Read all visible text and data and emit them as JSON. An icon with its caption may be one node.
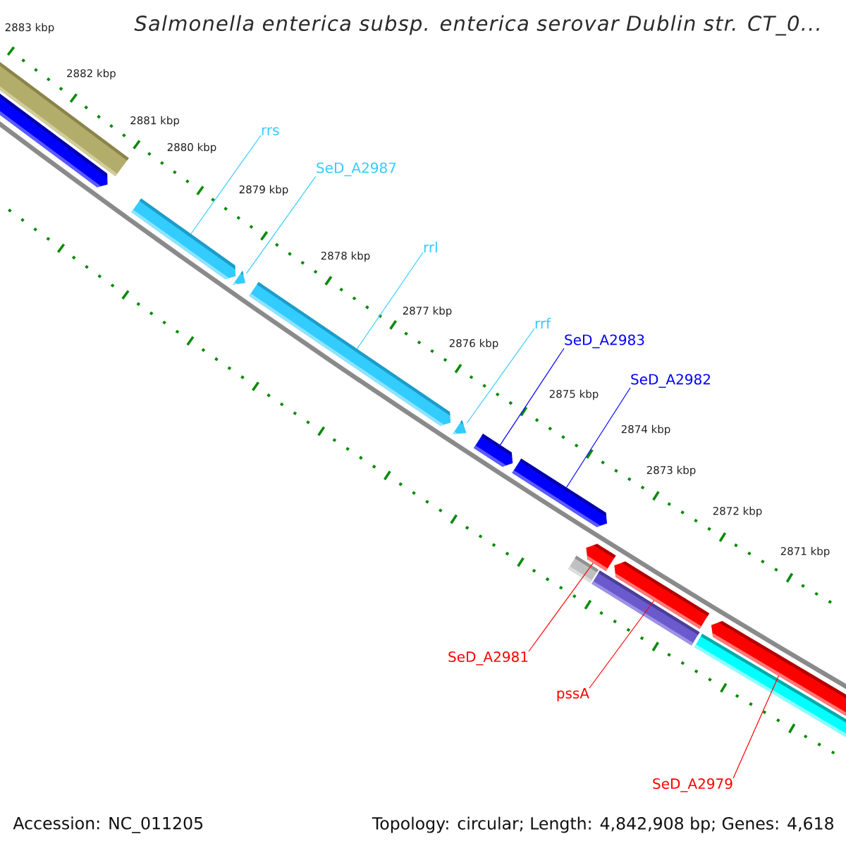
{
  "diagram": {
    "title": "Salmonella enterica subsp. enterica serovar Dublin str. CT_0...",
    "nodes": [
      {
        "text": [],
        "shape": "bar"
      },
      {
        "text": [],
        "shape": "arrow"
      },
      {
        "text": [],
        "shape": "arrow"
      },
      {
        "text": [],
        "shape": "triangle"
      },
      {
        "text": [],
        "shape": "arrow"
      },
      {
        "text": [],
        "shape": "triangle"
      },
      {
        "text": [],
        "shape": "arrow"
      },
      {
        "text": [],
        "shape": "arrow"
      },
      {
        "text": [],
        "shape": "box"
      },
      {
        "text": [],
        "shape": "arrow"
      },
      {
        "text": [],
        "shape": "bar"
      },
      {
        "text": [],
        "shape": "arrow"
      },
      {
        "text": [],
        "shape": "bar"
      },
      {
        "text": [],
        "shape": "arrow"
      },
      {
        "text": [
          "rrs"
        ]
      },
      {
        "text": [
          "SeD_A2987"
        ]
      },
      {
        "text": [
          "rrl"
        ]
      },
      {
        "text": [
          "rrf"
        ]
      },
      {
        "text": [
          "SeD_A2983"
        ]
      },
      {
        "text": [
          "SeD_A2982"
        ]
      },
      {
        "text": [
          "SeD_A2981"
        ]
      },
      {
        "text": [
          "pssA"
        ]
      },
      {
        "text": [
          "SeD_A2979"
        ]
      }
    ],
    "edges": [
      {
        "from": 14,
        "to": 2,
        "arrow": "none"
      },
      {
        "from": 15,
        "to": 3,
        "arrow": "none"
      },
      {
        "from": 16,
        "to": 4,
        "arrow": "none"
      },
      {
        "from": 17,
        "to": 5,
        "arrow": "none"
      },
      {
        "from": 18,
        "to": 6,
        "arrow": "none",
        "color": "#0000ff"
      },
      {
        "from": 19,
        "to": 7,
        "arrow": "none",
        "color": "#0000ff"
      },
      {
        "from": 20,
        "to": 9,
        "arrow": "none",
        "color": "#ff0000"
      },
      {
        "from": 21,
        "to": 11,
        "arrow": "none",
        "color": "#ff0000"
      },
      {
        "from": 22,
        "to": 13,
        "arrow": "none",
        "color": "#ff0000"
      }
    ],
    "labels": [
      "2883 kbp",
      "2882 kbp",
      "2881 kbp",
      "2880 kbp",
      "2879 kbp",
      "2878 kbp",
      "2877 kbp",
      "2876 kbp",
      "2875 kbp",
      "2874 kbp",
      "2873 kbp",
      "2872 kbp",
      "2871 kbp",
      "Accession: NC_011205",
      "Topology: circular; Length: 4,842,908 bp; Genes: 4,618"
    ]
  }
}
